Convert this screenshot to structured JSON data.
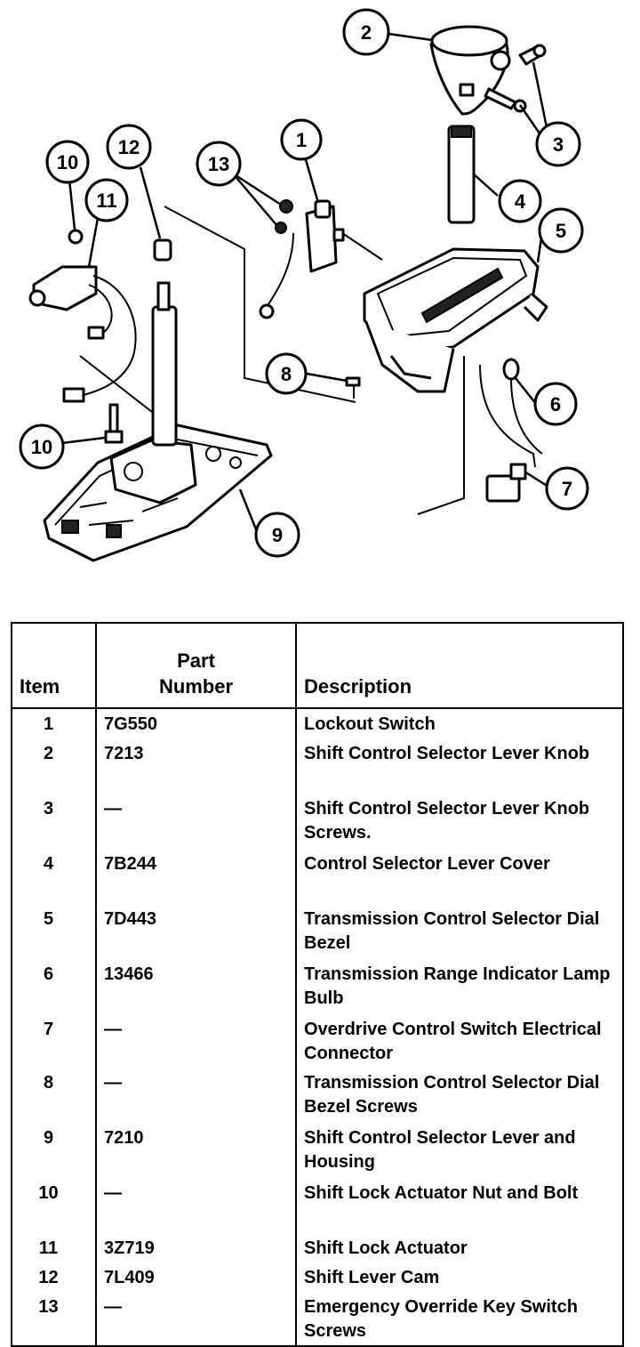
{
  "diagram": {
    "callouts": [
      "1",
      "2",
      "3",
      "4",
      "5",
      "6",
      "7",
      "8",
      "9",
      "10",
      "10",
      "11",
      "12",
      "13"
    ]
  },
  "table": {
    "headers": {
      "item": "Item",
      "part_number_line1": "Part",
      "part_number_line2": "Number",
      "description": "Description"
    },
    "rows": [
      {
        "item": "1",
        "part": "7G550",
        "desc": "Lockout Switch"
      },
      {
        "item": "2",
        "part": "7213",
        "desc": "Shift Control Selector Lever Knob"
      },
      {
        "item": "3",
        "part": "—",
        "desc": "Shift Control Selector Lever Knob Screws."
      },
      {
        "item": "4",
        "part": "7B244",
        "desc": "Control Selector Lever Cover"
      },
      {
        "item": "5",
        "part": "7D443",
        "desc": "Transmission Control Selector Dial Bezel"
      },
      {
        "item": "6",
        "part": "13466",
        "desc": "Transmission Range Indicator Lamp Bulb"
      },
      {
        "item": "7",
        "part": "—",
        "desc": "Overdrive Control Switch Electrical Connector"
      },
      {
        "item": "8",
        "part": "—",
        "desc": "Transmission Control Selector Dial Bezel Screws"
      },
      {
        "item": "9",
        "part": "7210",
        "desc": "Shift Control Selector Lever and Housing"
      },
      {
        "item": "10",
        "part": "—",
        "desc": "Shift Lock Actuator Nut and Bolt"
      },
      {
        "item": "11",
        "part": "3Z719",
        "desc": "Shift Lock Actuator"
      },
      {
        "item": "12",
        "part": "7L409",
        "desc": "Shift Lever Cam"
      },
      {
        "item": "13",
        "part": "—",
        "desc": "Emergency Override Key Switch Screws"
      }
    ]
  }
}
